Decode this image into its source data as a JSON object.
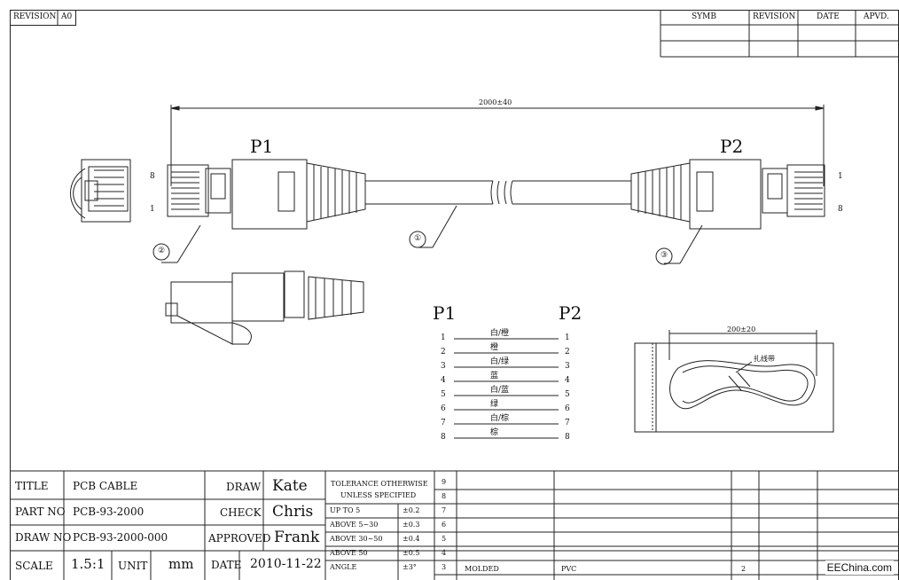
{
  "revision_box": {
    "label": "REVISION",
    "value": "A0"
  },
  "rev_table": {
    "headers": [
      "SYMB",
      "REVISION",
      "DATE",
      "APVD."
    ]
  },
  "dimensions": {
    "length": "2000±40",
    "coil": "200±20"
  },
  "plugs": {
    "p1": "P1",
    "p2": "P2"
  },
  "pin_marks": {
    "left_top": "8",
    "left_bottom": "1",
    "right_top": "1",
    "right_bottom": "8"
  },
  "callouts": [
    "①",
    "②",
    "③"
  ],
  "wiring": {
    "left_label": "P1",
    "right_label": "P2",
    "rows": [
      {
        "pin": "1",
        "color": "白/橙"
      },
      {
        "pin": "2",
        "color": "橙"
      },
      {
        "pin": "3",
        "color": "白/绿"
      },
      {
        "pin": "4",
        "color": "蓝"
      },
      {
        "pin": "5",
        "color": "白/蓝"
      },
      {
        "pin": "6",
        "color": "绿"
      },
      {
        "pin": "7",
        "color": "白/棕"
      },
      {
        "pin": "8",
        "color": "棕"
      }
    ]
  },
  "coil_tag": "扎线带",
  "title_block": {
    "title_label": "TITLE",
    "title": "PCB CABLE",
    "part_label": "PART NO",
    "part": "PCB-93-2000",
    "draw_label": "DRAW NO",
    "draw": "PCB-93-2000-000",
    "scale_label": "SCALE",
    "scale": "1.5:1",
    "unit_label": "UNIT",
    "unit": "mm",
    "draw_role": "DRAW",
    "drawer": "Kate",
    "check_role": "CHECK",
    "checker": "Chris",
    "approved_role": "APPROVED",
    "approver": "Frank",
    "date_label": "DATE",
    "date": "2010-11-22"
  },
  "tolerance": {
    "header": "TOLERANCE OTHERWISE",
    "header2": "UNLESS SPECIFIED",
    "rows": [
      {
        "range": "UP TO 5",
        "tol": "±0.2"
      },
      {
        "range": "ABOVE 5~30",
        "tol": "±0.3"
      },
      {
        "range": "ABOVE 30~50",
        "tol": "±0.4"
      },
      {
        "range": "ABOVE 50",
        "tol": "±0.5"
      },
      {
        "range": "ANGLE",
        "tol": "±3°"
      }
    ]
  },
  "bom": {
    "numbers": [
      "9",
      "8",
      "7",
      "6",
      "5",
      "4",
      "3"
    ],
    "row3": {
      "item": "MOLDED",
      "material": "PVC",
      "qty": "2"
    }
  },
  "watermark": "EEChina.com"
}
